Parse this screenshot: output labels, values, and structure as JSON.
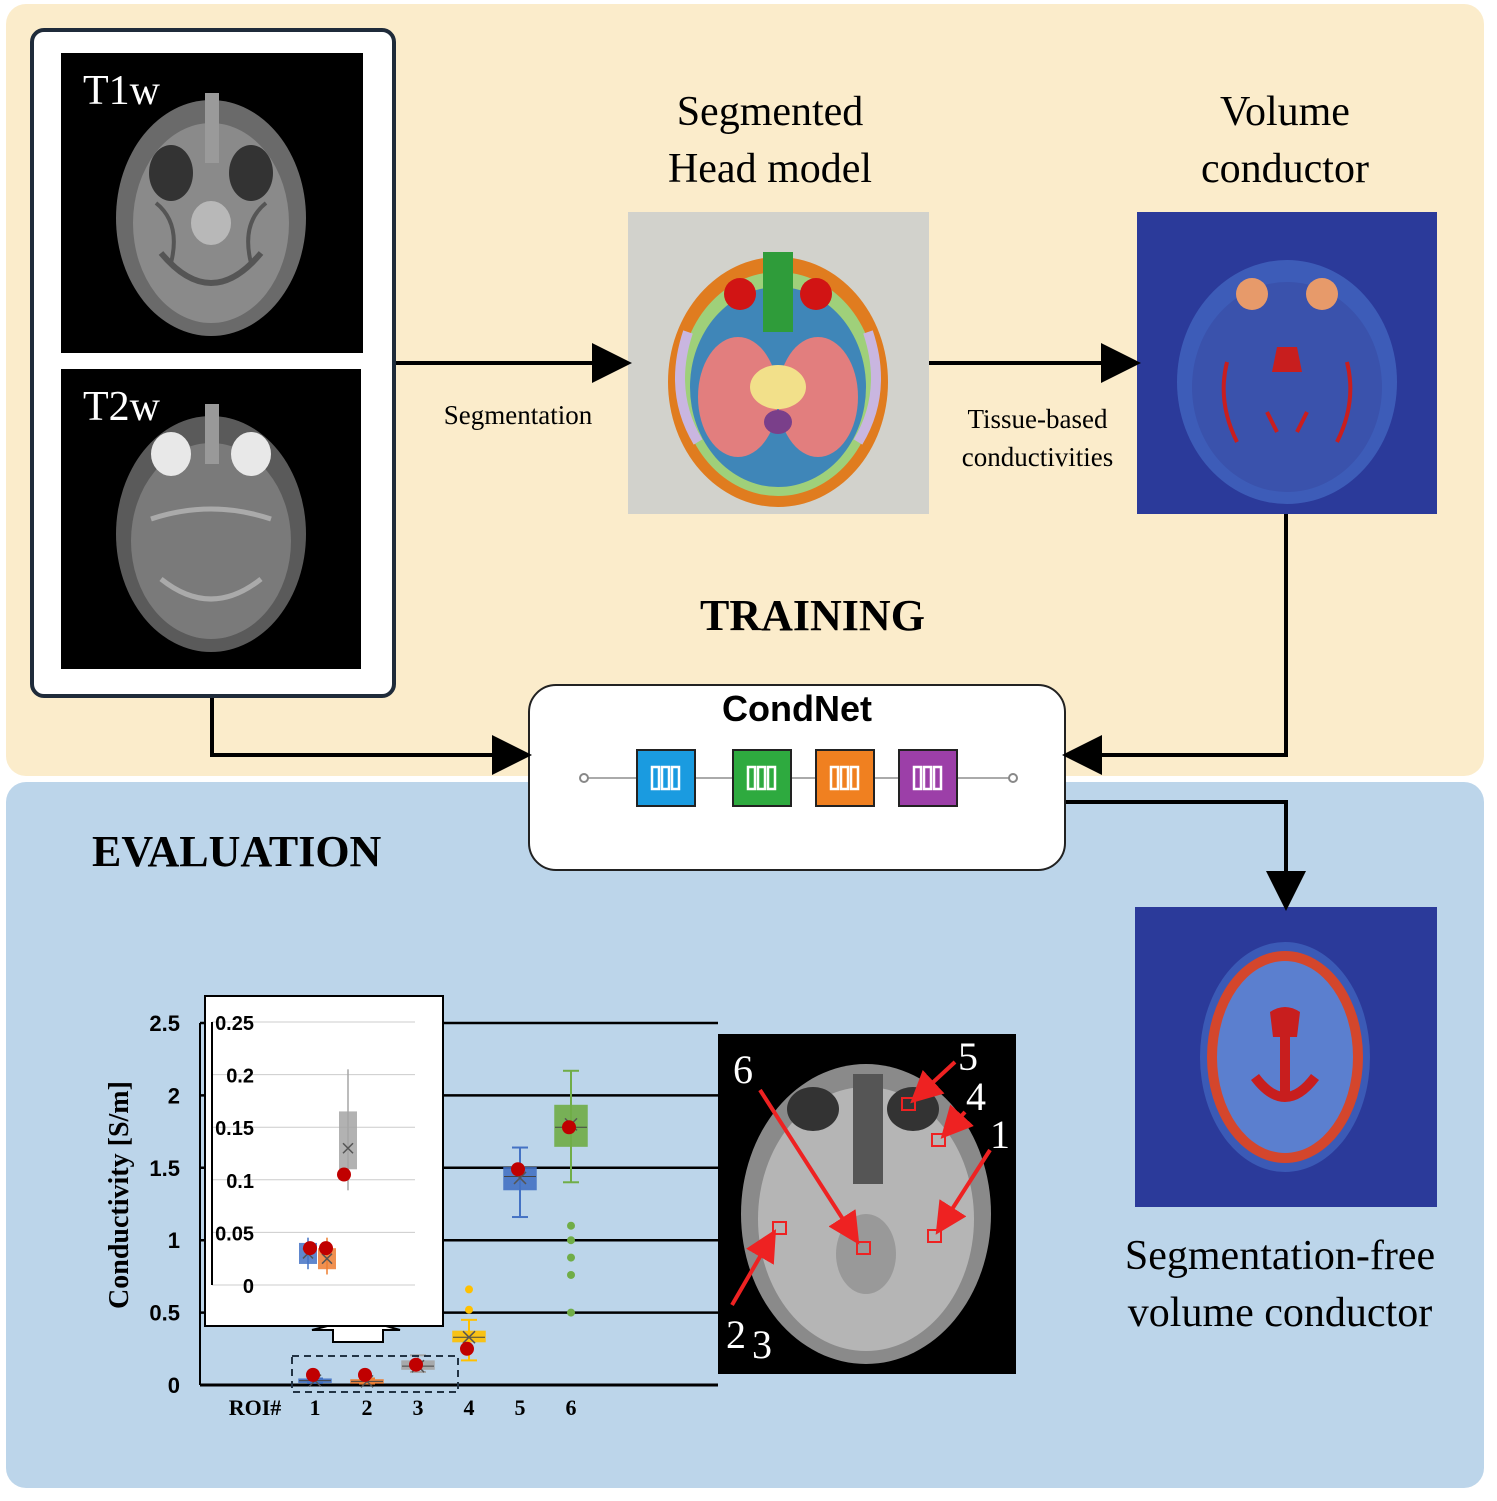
{
  "training": {
    "heading": "TRAINING",
    "inputs": [
      {
        "label": "T1w"
      },
      {
        "label": "T2w"
      }
    ],
    "segmented_title_line1": "Segmented",
    "segmented_title_line2": "Head model",
    "volume_title_line1": "Volume",
    "volume_title_line2": "conductor",
    "segmentation_label": "Segmentation",
    "tissue_label_line1": "Tissue-based",
    "tissue_label_line2": "conductivities"
  },
  "condnet": {
    "title": "CondNet",
    "blocks": [
      {
        "color": "#1a9be0"
      },
      {
        "color": "#2eaa3f"
      },
      {
        "color": "#f08020"
      },
      {
        "color": "#9c3fa8"
      }
    ]
  },
  "evaluation": {
    "heading": "EVALUATION",
    "output_line1": "Segmentation-free",
    "output_line2": "volume conductor",
    "roi_markers": [
      "5",
      "4",
      "1",
      "6",
      "2",
      "3"
    ]
  },
  "chart_data": {
    "type": "box",
    "ylabel": "Conductivity [S/m]",
    "xlabel": "ROI#",
    "categories": [
      "1",
      "2",
      "3",
      "4",
      "5",
      "6"
    ],
    "ylim": [
      0,
      2.5
    ],
    "yticks": [
      "0",
      "0.5",
      "1",
      "1.5",
      "2",
      "2.5"
    ],
    "series": [
      {
        "color": "#4472c4",
        "q1": 0.02,
        "median": 0.03,
        "q3": 0.04,
        "min": 0.015,
        "max": 0.045,
        "mean": 0.03
      },
      {
        "color": "#ed7d31",
        "q1": 0.015,
        "median": 0.025,
        "q3": 0.035,
        "min": 0.01,
        "max": 0.045,
        "mean": 0.025
      },
      {
        "color": "#a5a5a5",
        "q1": 0.11,
        "median": 0.13,
        "q3": 0.165,
        "min": 0.09,
        "max": 0.205,
        "mean": 0.13
      },
      {
        "color": "#ffc000",
        "q1": 0.3,
        "median": 0.33,
        "q3": 0.37,
        "min": 0.17,
        "max": 0.45,
        "mean": 0.33,
        "outliers": [
          0.52,
          0.66
        ]
      },
      {
        "color": "#4472c4",
        "q1": 1.35,
        "median": 1.44,
        "q3": 1.5,
        "min": 1.16,
        "max": 1.64,
        "mean": 1.43
      },
      {
        "color": "#70ad47",
        "q1": 1.65,
        "median": 1.78,
        "q3": 1.93,
        "min": 1.4,
        "max": 2.17,
        "mean": 1.8,
        "outliers": [
          1.1,
          1.0,
          0.88,
          0.76,
          0.5
        ]
      }
    ],
    "reference_values": [
      0.07,
      0.07,
      0.14,
      0.25,
      1.49,
      1.78
    ],
    "inset": {
      "ylim": [
        0,
        0.25
      ],
      "yticks": [
        "0",
        "0.05",
        "0.1",
        "0.15",
        "0.2",
        "0.25"
      ],
      "categories": [
        "1",
        "2",
        "3"
      ],
      "reference_values": [
        0.035,
        0.035,
        0.105
      ]
    }
  },
  "colors": {
    "training_bg": "#fbeccb",
    "evaluation_bg": "#bcd5ea",
    "volume_bg": "#2b3a9a",
    "reference_marker": "#c00000",
    "roi_marker": "#ee2222"
  }
}
